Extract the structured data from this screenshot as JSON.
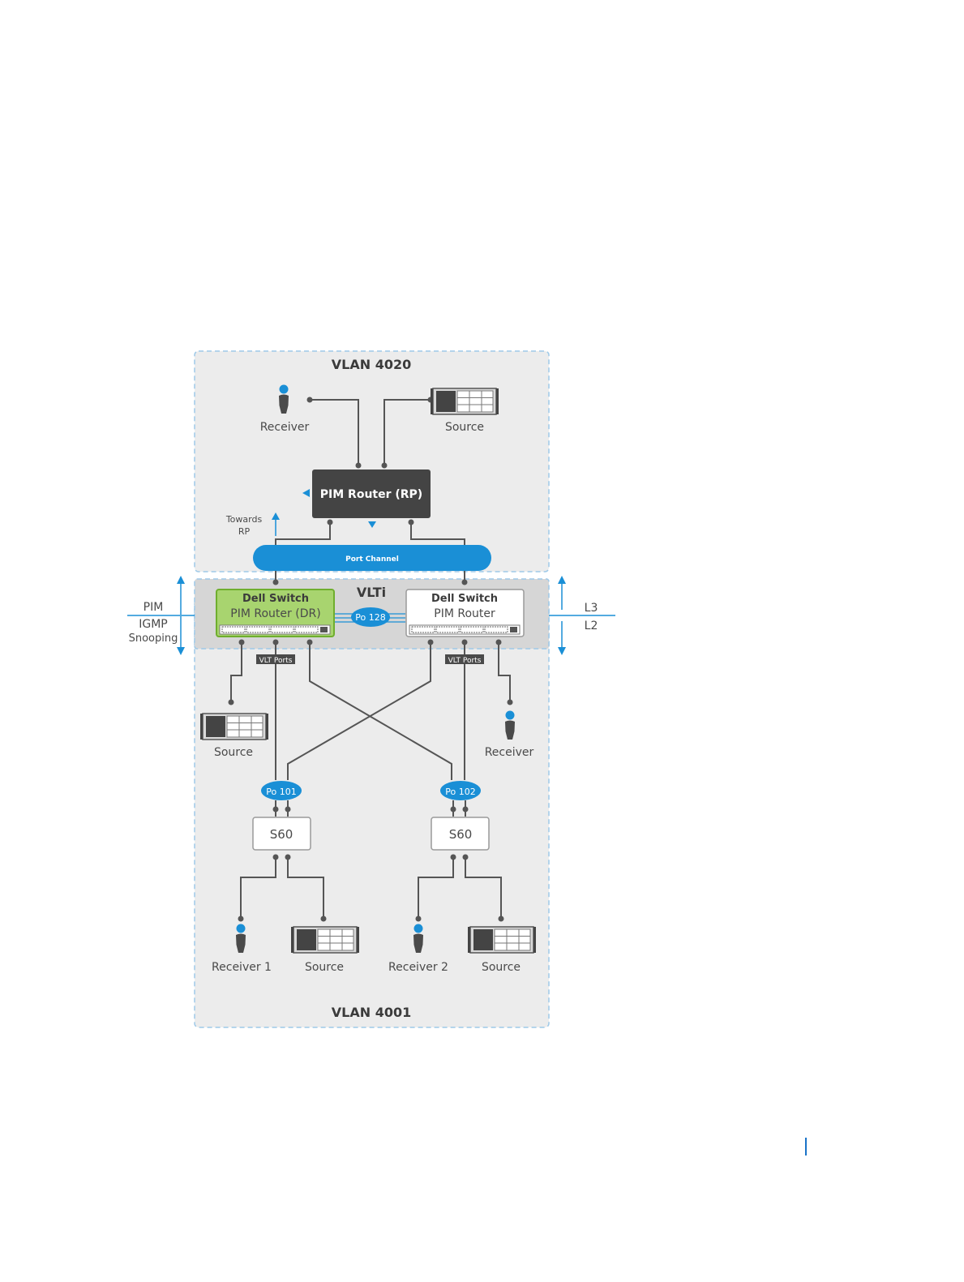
{
  "vlan_top": "VLAN 4020",
  "vlan_bottom": "VLAN 4001",
  "vlti": "VLTi",
  "top": {
    "receiver_label": "Receiver",
    "source_label": "Source",
    "rp_label": "PIM Router (RP)",
    "towards_line1": "Towards",
    "towards_line2": "RP",
    "port_channel": "Port Channel"
  },
  "switch_left": {
    "title": "Dell Switch",
    "subtitle": "PIM Router (DR)"
  },
  "switch_right": {
    "title": "Dell Switch",
    "subtitle": "PIM Router"
  },
  "po128": "Po 128",
  "vlt_ports": "VLT Ports",
  "left_side": {
    "pim": "PIM",
    "igmp": "IGMP",
    "snooping": "Snooping"
  },
  "right_side": {
    "l3": "L3",
    "l2": "L2"
  },
  "mid": {
    "source_label": "Source",
    "receiver_label": "Receiver"
  },
  "po101": "Po 101",
  "po102": "Po 102",
  "s60_left": "S60",
  "s60_right": "S60",
  "bottom": {
    "receiver1": "Receiver 1",
    "source1": "Source",
    "receiver2": "Receiver 2",
    "source2": "Source"
  },
  "colors": {
    "accent": "#1a8fd6",
    "dr_green": "#a8d46f",
    "rp_dark": "#444444"
  }
}
